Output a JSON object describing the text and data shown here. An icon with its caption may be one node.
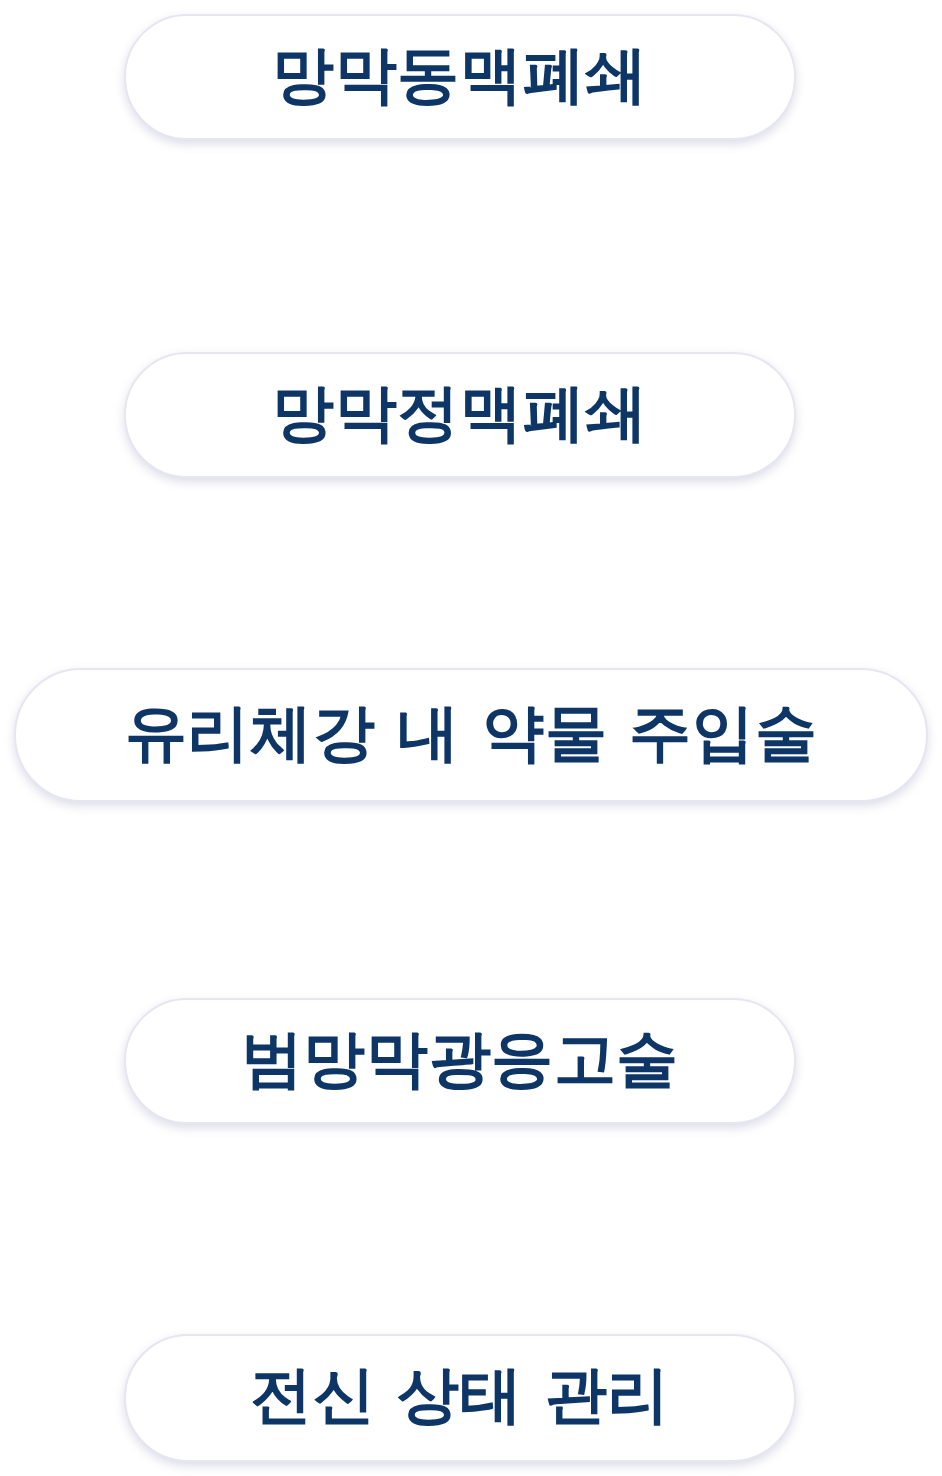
{
  "diagram": {
    "nodes": [
      {
        "text": [
          "망막동맥폐쇄"
        ]
      },
      {
        "text": [
          "망막정맥폐쇄"
        ]
      },
      {
        "text": [
          "유리체강 내 약물 주입술"
        ]
      },
      {
        "text": [
          "범망막광응고술"
        ]
      },
      {
        "text": [
          "전신 상태 관리"
        ]
      }
    ]
  }
}
